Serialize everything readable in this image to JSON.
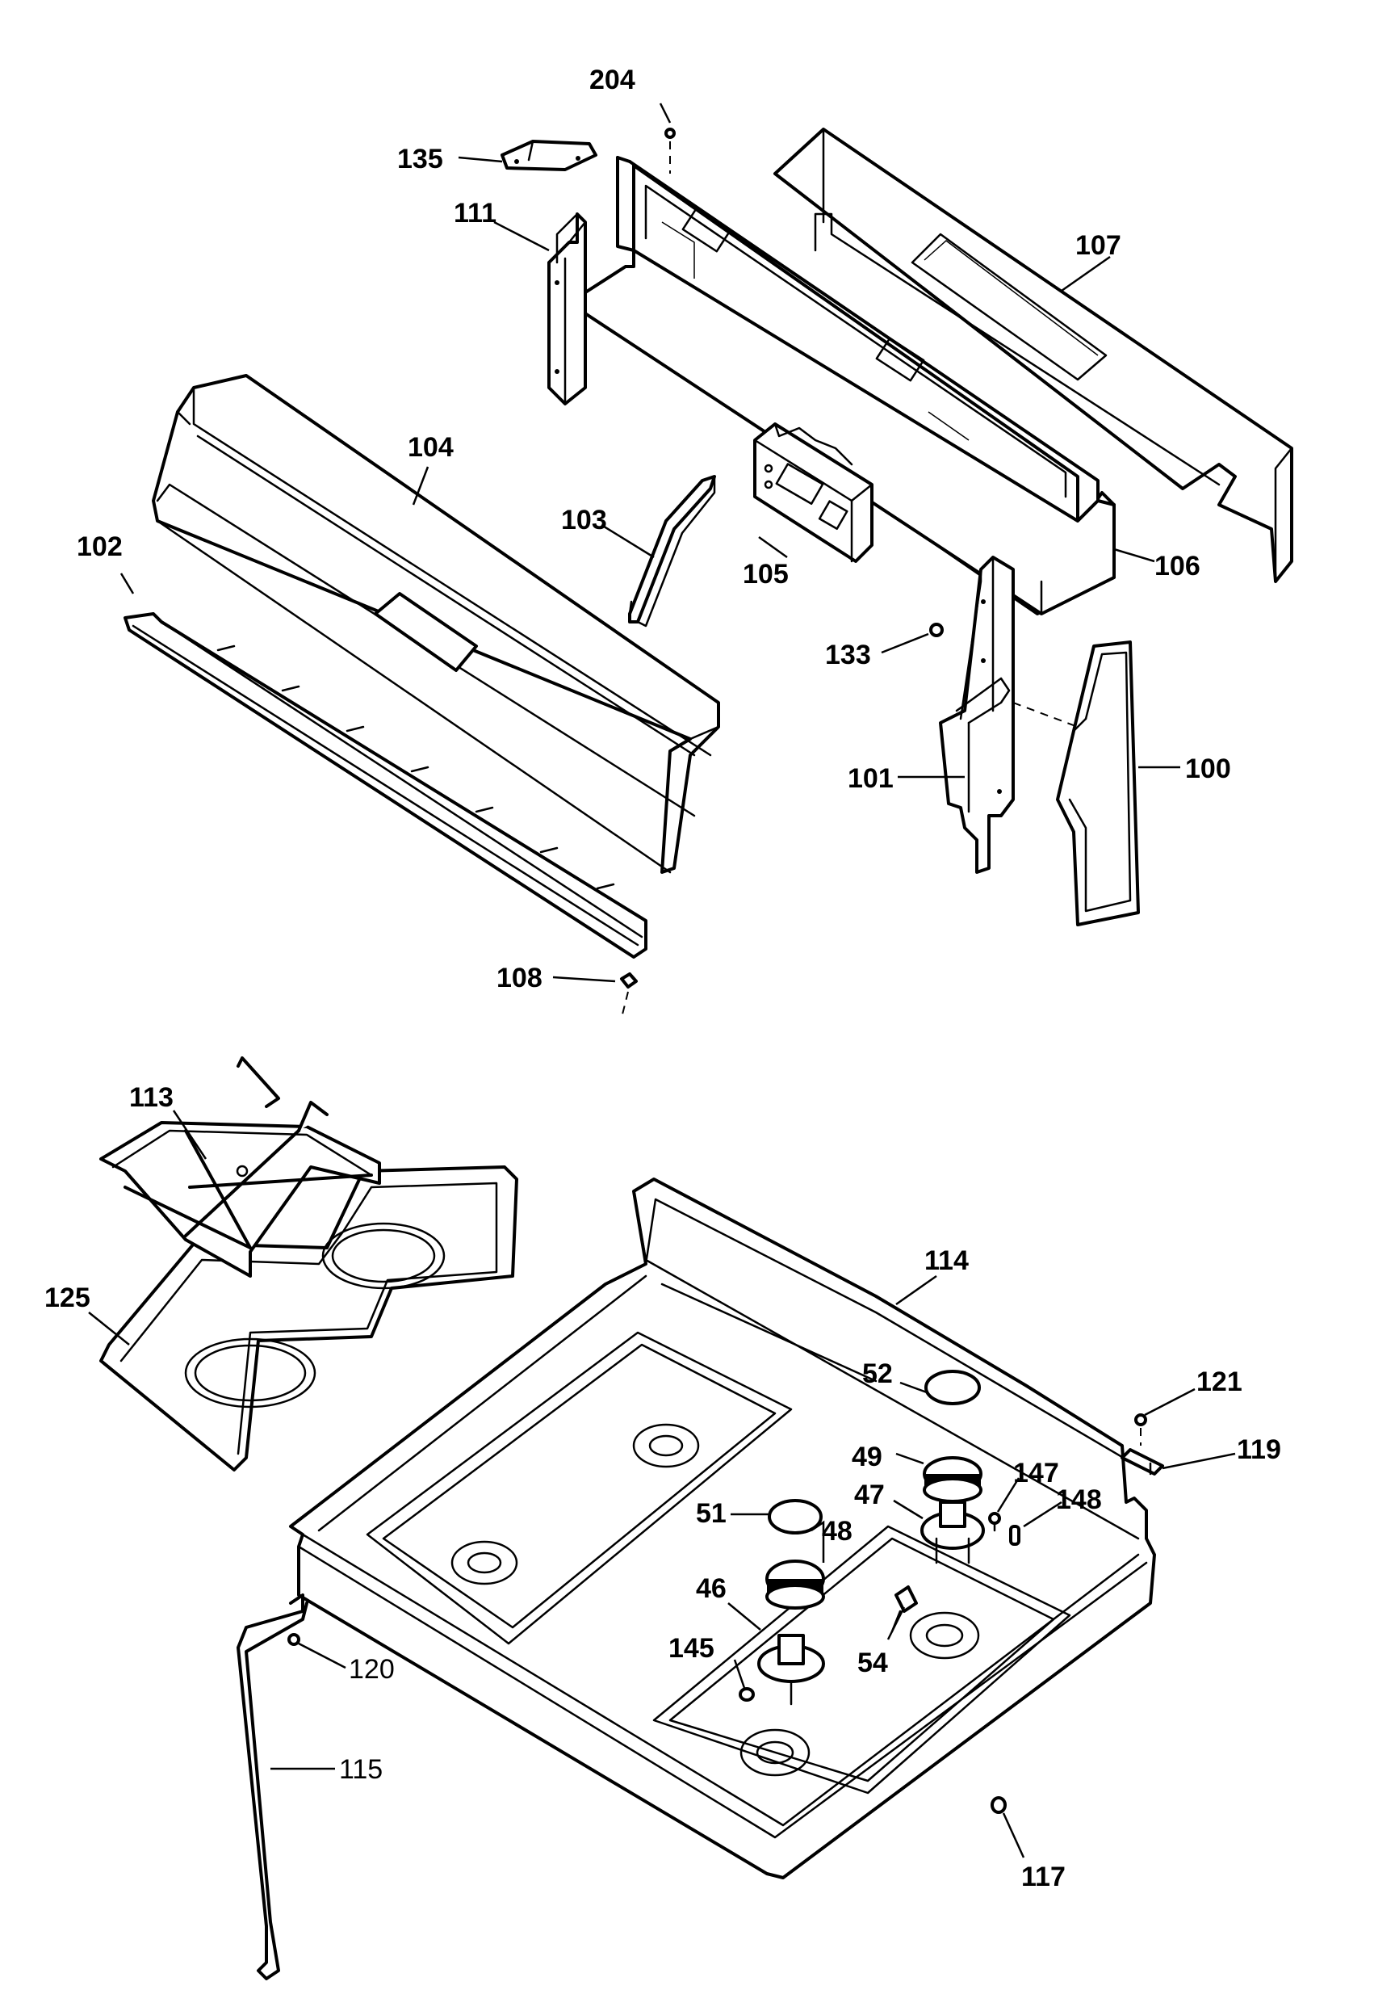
{
  "title": "",
  "labels": {
    "p204": "204",
    "p135": "135",
    "p111": "111",
    "p107": "107",
    "p104": "104",
    "p103": "103",
    "p102": "102",
    "p105": "105",
    "p106": "106",
    "p133": "133",
    "p101": "101",
    "p100": "100",
    "p108": "108",
    "p113": "113",
    "p114": "114",
    "p125": "125",
    "p52": "52",
    "p121": "121",
    "p49": "49",
    "p119": "119",
    "p47": "47",
    "p147": "147",
    "p51": "51",
    "p48": "48",
    "p148": "148",
    "p46": "46",
    "p54": "54",
    "p145": "145",
    "p120": "120",
    "p115": "115",
    "p117": "117"
  }
}
